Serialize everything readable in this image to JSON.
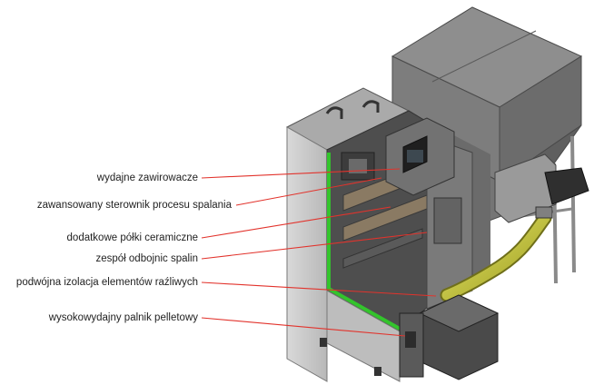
{
  "callouts": [
    {
      "id": "swirlers",
      "text": "wydajne zawirowacze"
    },
    {
      "id": "controller",
      "text": "zawansowany sterownik procesu spalania"
    },
    {
      "id": "ceramic-shelves",
      "text": "dodatkowe półki ceramiczne"
    },
    {
      "id": "deflectors",
      "text": "zespół odbojnic spalin"
    },
    {
      "id": "insulation",
      "text": "podwójna izolacja elementów raźliwych"
    },
    {
      "id": "burner",
      "text": "wysokowydajny palnik pelletowy"
    }
  ],
  "colors": {
    "callout_line": "#e2332c",
    "insulation_strip": "#33c42c",
    "auger_tube": "#c9c93a",
    "body_dark": "#5c5c5c",
    "body_light": "#c8c8c8"
  },
  "icons": [
    "boiler-illustration",
    "pellet-hopper",
    "pellet-burner",
    "feed-auger",
    "control-panel"
  ]
}
